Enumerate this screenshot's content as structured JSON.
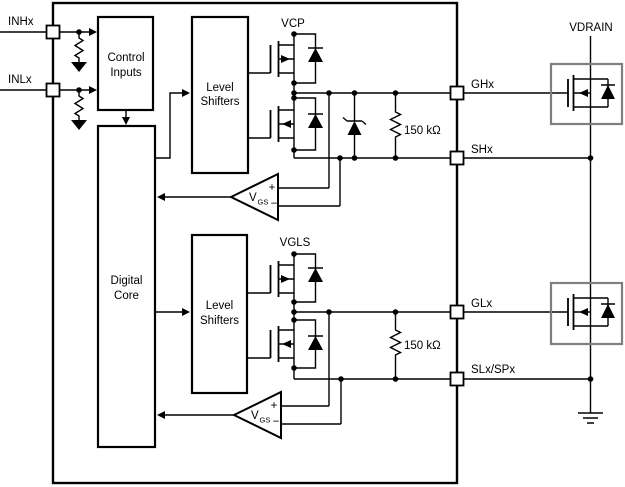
{
  "pins": {
    "inhx": {
      "label": "INHx"
    },
    "inlx": {
      "label": "INLx"
    },
    "ghx": {
      "label": "GHx"
    },
    "shx": {
      "label": "SHx"
    },
    "glx": {
      "label": "GLx"
    },
    "slx_spx": {
      "label": "SLx/SPx"
    }
  },
  "nets": {
    "vcp": {
      "label": "VCP"
    },
    "vgls": {
      "label": "VGLS"
    },
    "vdrain": {
      "label": "VDRAIN"
    }
  },
  "ic": {
    "blocks": {
      "control_inputs": {
        "line1": "Control",
        "line2": "Inputs"
      },
      "digital_core": {
        "line1": "Digital",
        "line2": "Core"
      },
      "level_shifters_high": {
        "line1": "Level",
        "line2": "Shifters"
      },
      "level_shifters_low": {
        "line1": "Level",
        "line2": "Shifters"
      }
    },
    "resistor_high": {
      "value": "150 kΩ"
    },
    "resistor_low": {
      "value": "150 kΩ"
    },
    "comparator_high": {
      "label": "V",
      "label_sub": "GS",
      "plus": "+",
      "minus": "−"
    },
    "comparator_low": {
      "label": "V",
      "label_sub": "GS",
      "plus": "+",
      "minus": "−"
    }
  },
  "colors": {
    "wire": "#000000",
    "external_fet_outline": "#7f7f7f",
    "background": "#ffffff"
  }
}
